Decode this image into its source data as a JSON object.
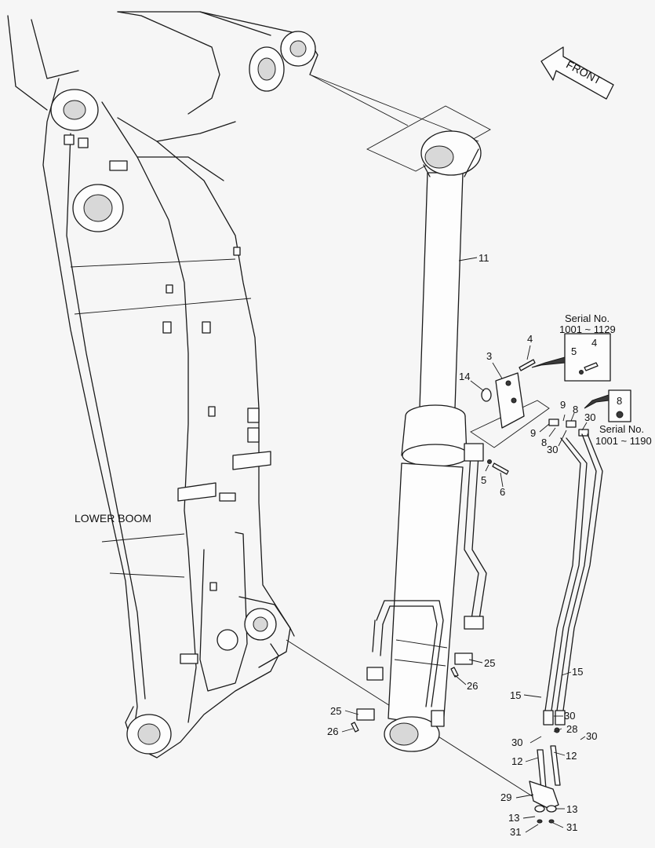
{
  "diagram": {
    "background": "#f6f6f6",
    "line_color": "#1a1a1a",
    "direction_label": "FRONT",
    "lower_boom_label": "LOWER BOOM",
    "serial_box_1": {
      "line1": "Serial No.",
      "line2": "1001 ~ 1129",
      "part_a": "5",
      "part_b": "4"
    },
    "serial_box_2": {
      "part": "8",
      "line1": "Serial No.",
      "line2": "1001 ~ 1190"
    },
    "callouts": {
      "c11": "11",
      "c4": "4",
      "c3": "3",
      "c14": "14",
      "c9a": "9",
      "c8a": "8",
      "c30a": "30",
      "c9b": "9",
      "c8b": "8",
      "c30b": "30",
      "c5": "5",
      "c6": "6",
      "c25a": "25",
      "c26a": "26",
      "c25b": "25",
      "c26b": "26",
      "c15a": "15",
      "c15b": "15",
      "c30c": "30",
      "c28": "28",
      "c30d": "30",
      "c30e": "30",
      "c12a": "12",
      "c12b": "12",
      "c29": "29",
      "c13a": "13",
      "c13b": "13",
      "c31a": "31",
      "c31b": "31"
    }
  }
}
